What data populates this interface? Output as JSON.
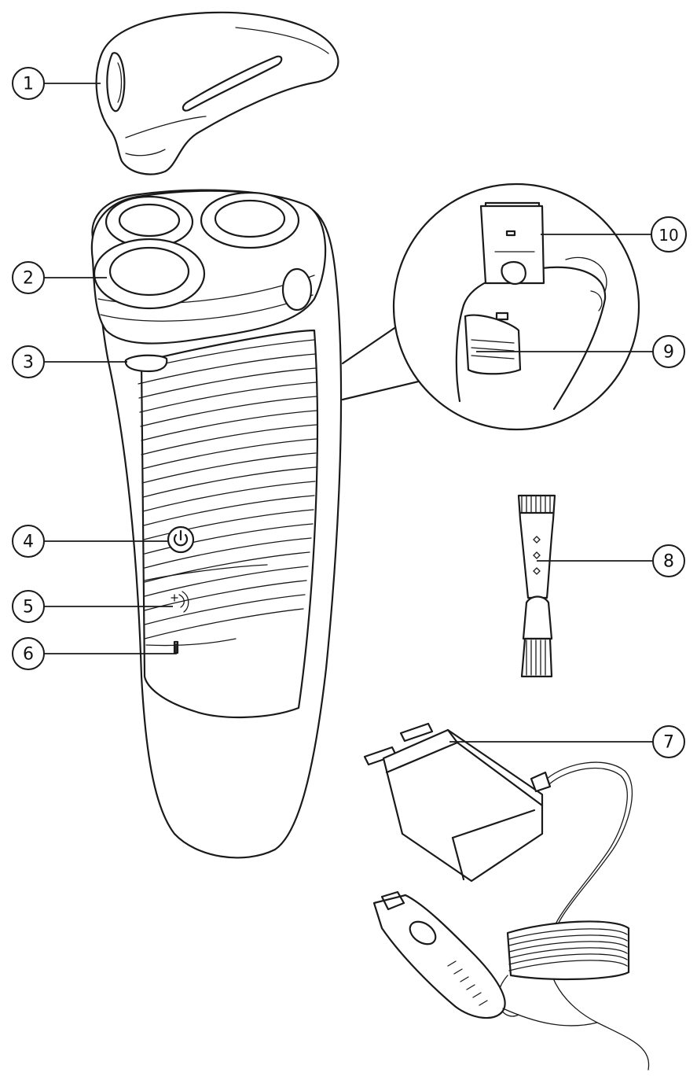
{
  "callouts": [
    {
      "id": "1",
      "label": "1"
    },
    {
      "id": "2",
      "label": "2"
    },
    {
      "id": "3",
      "label": "3"
    },
    {
      "id": "4",
      "label": "4"
    },
    {
      "id": "5",
      "label": "5"
    },
    {
      "id": "6",
      "label": "6"
    },
    {
      "id": "7",
      "label": "7"
    },
    {
      "id": "8",
      "label": "8"
    },
    {
      "id": "9",
      "label": "9"
    },
    {
      "id": "10",
      "label": "10"
    }
  ],
  "colors": {
    "line": "#1a1a1a",
    "background": "#ffffff"
  }
}
